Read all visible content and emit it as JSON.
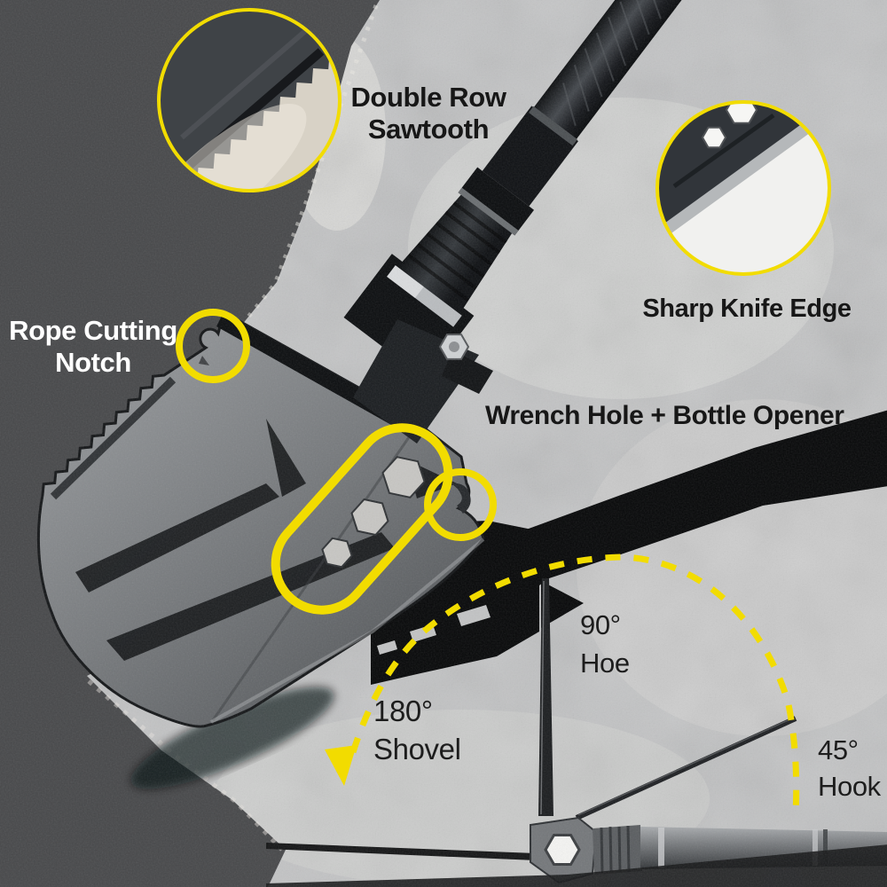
{
  "annotations": {
    "sawtooth": {
      "line1": "Double Row",
      "line2": "Sawtooth"
    },
    "knife_edge": {
      "label": "Sharp Knife Edge"
    },
    "rope_notch": {
      "line1": "Rope Cutting",
      "line2": "Notch"
    },
    "wrench": {
      "label": "Wrench Hole + Bottle Opener"
    }
  },
  "angle_labels": {
    "shovel": {
      "angle": "180°",
      "name": "Shovel"
    },
    "hoe": {
      "angle": "90°",
      "name": "Hoe"
    },
    "hook": {
      "angle": "45°",
      "name": "Hook"
    }
  },
  "colors": {
    "accent_yellow": "#f2dc00",
    "text_dark": "#171717",
    "text_light": "#ffffff",
    "wall_dark": "#454648",
    "wall_light": "#c5c6c7"
  }
}
